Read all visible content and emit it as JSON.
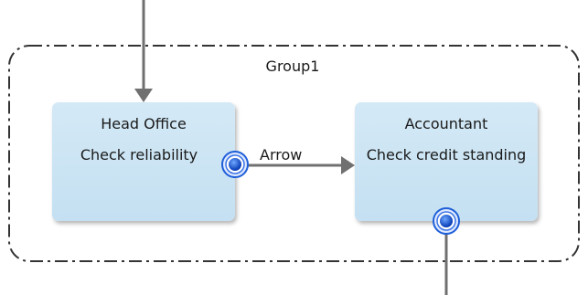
{
  "group": {
    "label": "Group1"
  },
  "nodes": [
    {
      "role": "Head Office",
      "task": "Check reliability"
    },
    {
      "role": "Accountant",
      "task": "Check credit standing"
    }
  ],
  "edge": {
    "label": "Arrow"
  },
  "colors": {
    "node_fill": "#cfe6f5",
    "port_fill": "#1f5fd8",
    "line": "#707070",
    "group_border": "#333333"
  }
}
